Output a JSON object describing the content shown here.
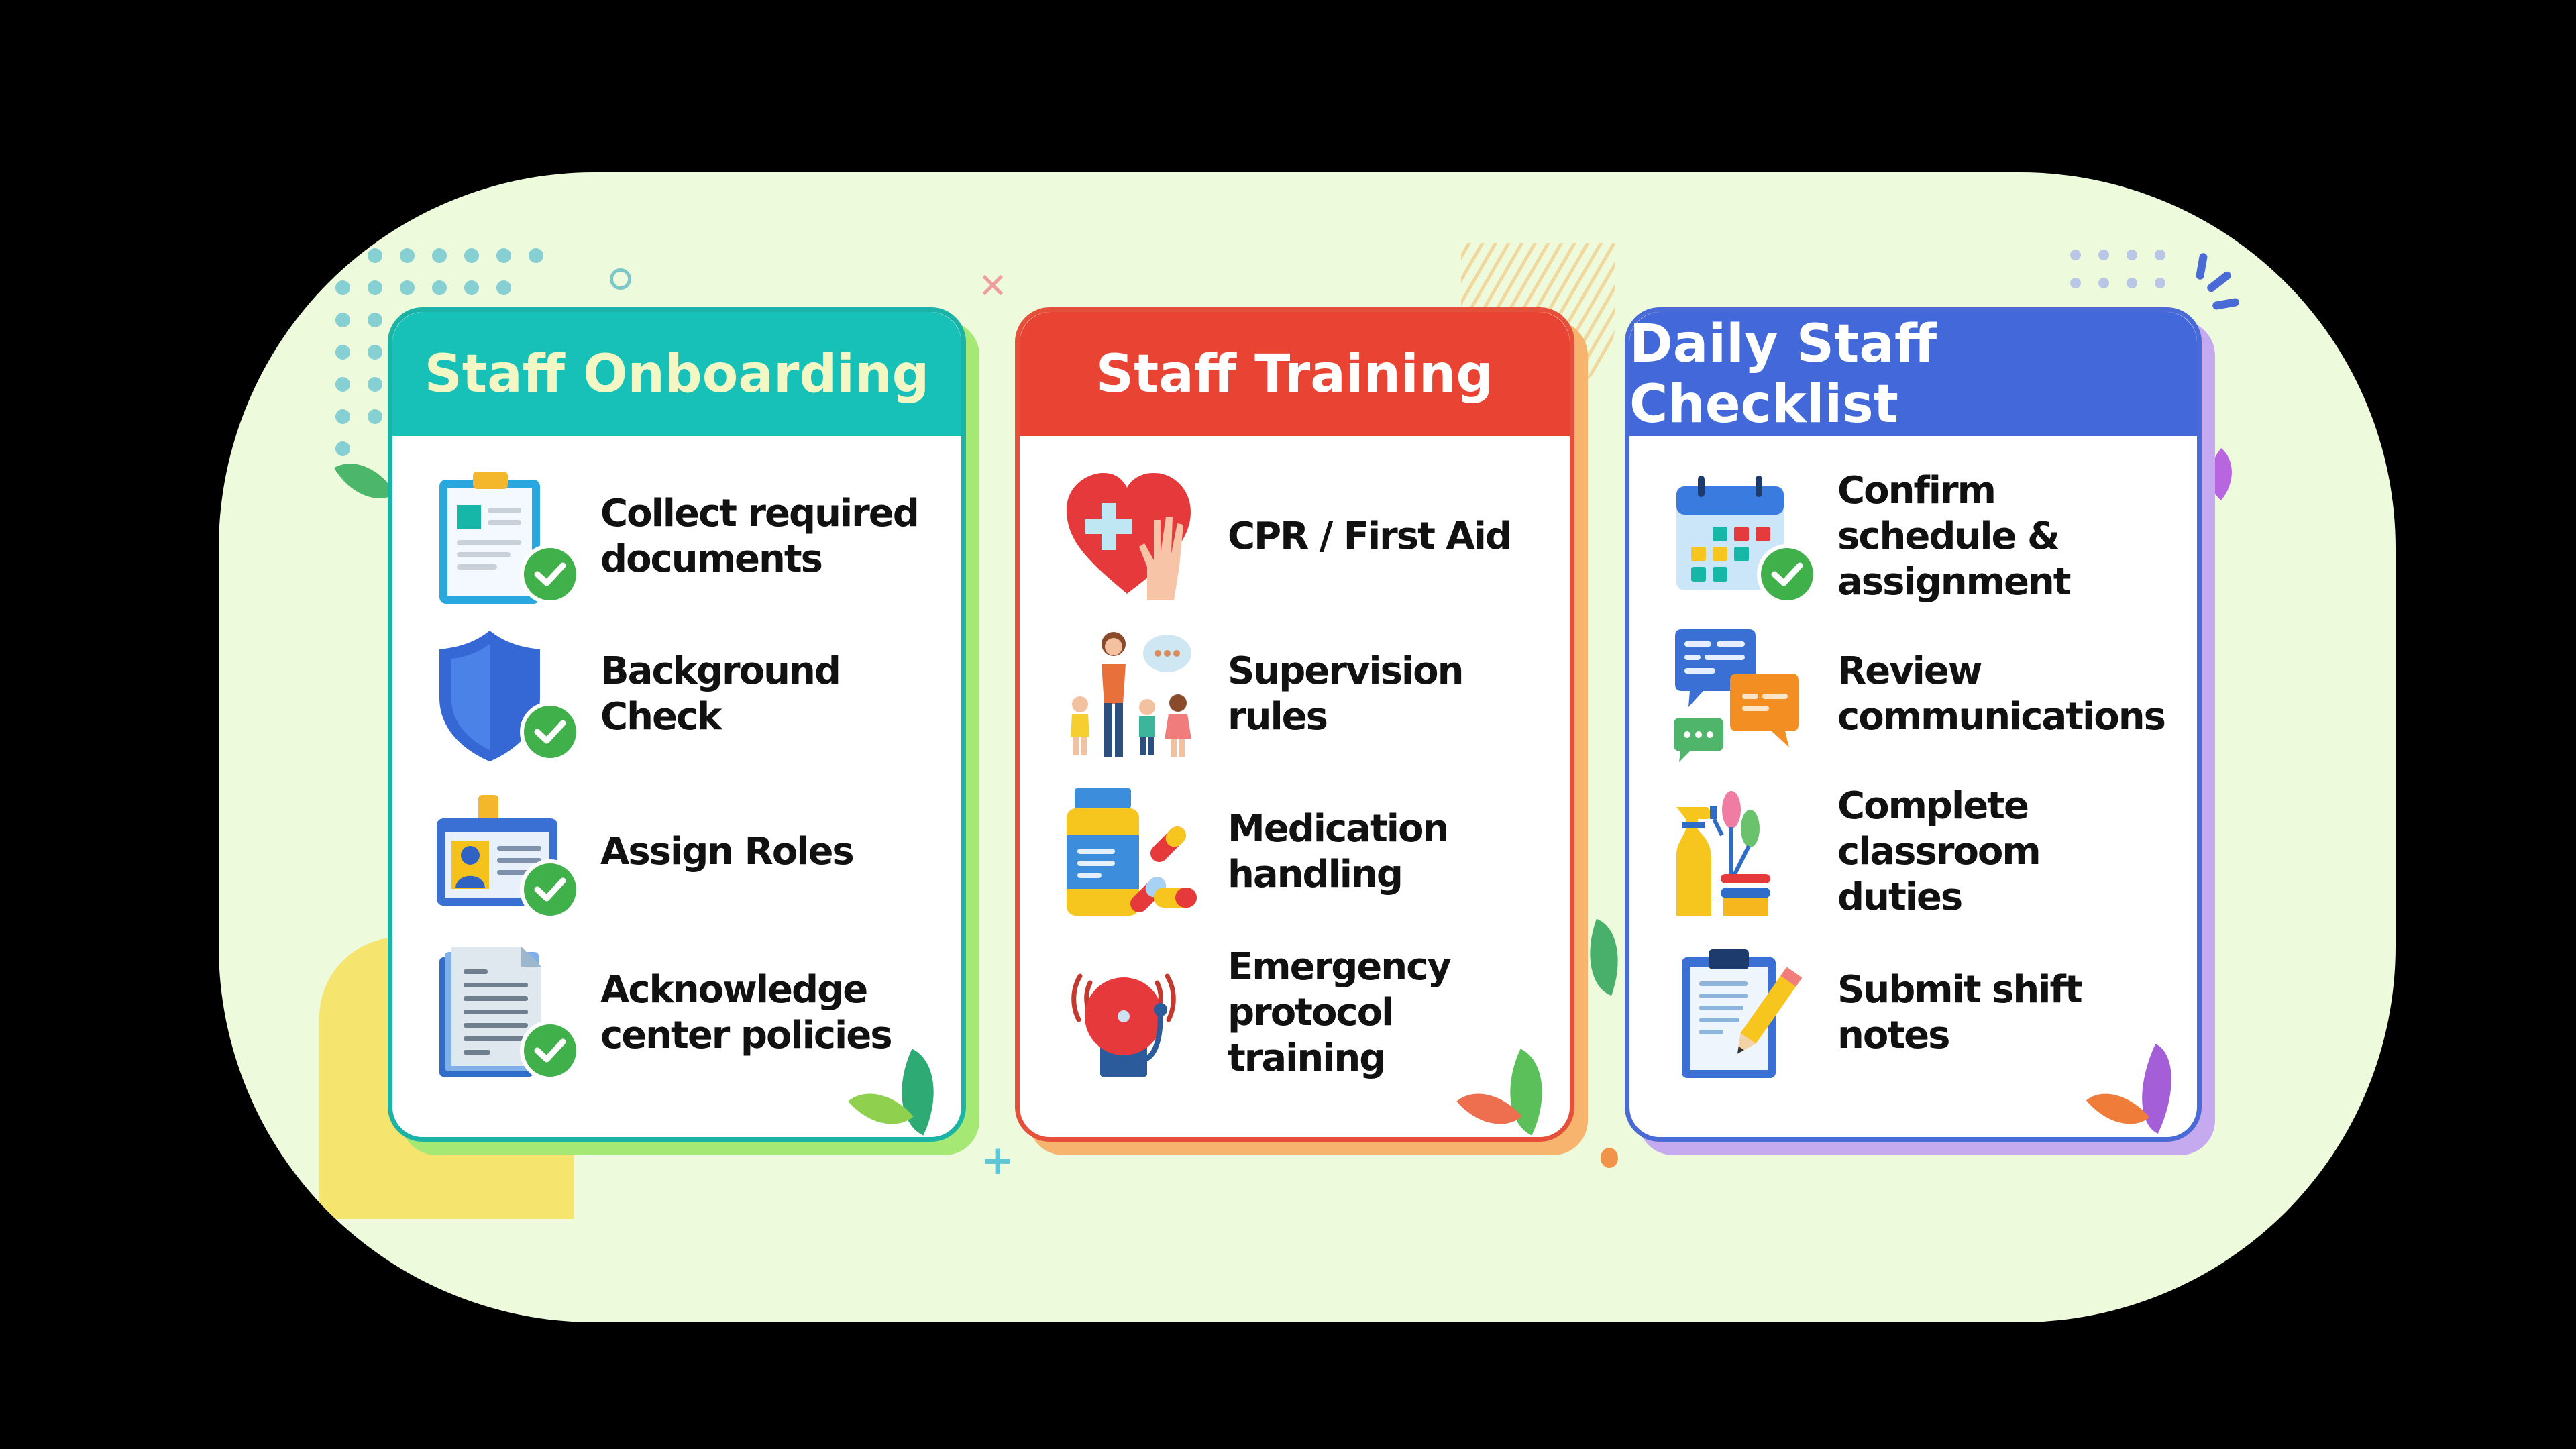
{
  "colors": {
    "page_background": "#000000",
    "panel_background": "#edfadc",
    "onboarding_header": "#17c1b8",
    "onboarding_title_text": "#f3f7c3",
    "onboarding_border": "#1bb3a6",
    "onboarding_shadow": "#a6e874",
    "training_header": "#e84333",
    "training_border": "#e4503a",
    "training_shadow": "#f6b46e",
    "checklist_header": "#4268da",
    "checklist_border": "#4a6bd6",
    "checklist_shadow": "#c6aaf0",
    "check_badge": "#3fb04a",
    "item_text": "#111111"
  },
  "cards": [
    {
      "title": "Staff Onboarding",
      "items": [
        {
          "label": "Collect required documents",
          "lines": [
            "Collect required",
            "documents"
          ],
          "icon": "clipboard-check-icon"
        },
        {
          "label": "Background Check",
          "lines": [
            "Background Check"
          ],
          "icon": "shield-check-icon"
        },
        {
          "label": "Assign Roles",
          "lines": [
            "Assign Roles"
          ],
          "icon": "id-badge-check-icon"
        },
        {
          "label": "Acknowledge center policies",
          "lines": [
            "Acknowledge",
            "center policies"
          ],
          "icon": "document-check-icon"
        }
      ]
    },
    {
      "title": "Staff Training",
      "items": [
        {
          "label": "CPR / First Aid",
          "lines": [
            "CPR / First Aid"
          ],
          "icon": "heart-first-aid-icon"
        },
        {
          "label": "Supervision rules",
          "lines": [
            "Supervision rules"
          ],
          "icon": "caregiver-children-icon"
        },
        {
          "label": "Medication handling",
          "lines": [
            "Medication",
            "handling"
          ],
          "icon": "medicine-bottle-pills-icon"
        },
        {
          "label": "Emergency protocol training",
          "lines": [
            "Emergency",
            "protocol training"
          ],
          "icon": "alarm-bell-icon"
        }
      ]
    },
    {
      "title": "Daily Staff Checklist",
      "items": [
        {
          "label": "Confirm schedule & assignment",
          "lines": [
            "Confirm schedule &",
            "assignment"
          ],
          "icon": "calendar-check-icon"
        },
        {
          "label": "Review communications",
          "lines": [
            "Review communications"
          ],
          "icon": "chat-bubbles-icon"
        },
        {
          "label": "Complete classroom duties",
          "lines": [
            "Complete classroom",
            "duties"
          ],
          "icon": "cleaning-supplies-icon"
        },
        {
          "label": "Submit shift notes",
          "lines": [
            "Submit shift notes"
          ],
          "icon": "clipboard-pencil-icon"
        }
      ]
    }
  ]
}
